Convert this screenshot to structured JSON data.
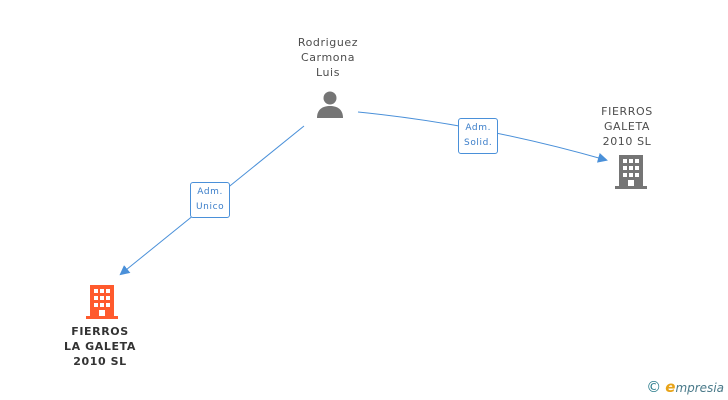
{
  "nodes": {
    "person": {
      "lines": [
        "Rodriguez",
        "Carmona",
        "Luis"
      ],
      "icon": "person-icon",
      "color": "#757575"
    },
    "company_right": {
      "lines": [
        "FIERROS",
        "GALETA",
        "2010 SL"
      ],
      "icon": "building-icon",
      "color": "#757575"
    },
    "company_left": {
      "lines": [
        "FIERROS",
        "LA GALETA",
        "2010 SL"
      ],
      "icon": "building-icon",
      "color": "#ff5a2d"
    }
  },
  "edges": {
    "to_right": {
      "lines": [
        "Adm.",
        "Solid."
      ],
      "color": "#4a90d9"
    },
    "to_left": {
      "lines": [
        "Adm.",
        "Unico"
      ],
      "color": "#4a90d9"
    }
  },
  "footer": {
    "copyright": "©",
    "brand_initial": "e",
    "brand_rest": "mpresia"
  }
}
